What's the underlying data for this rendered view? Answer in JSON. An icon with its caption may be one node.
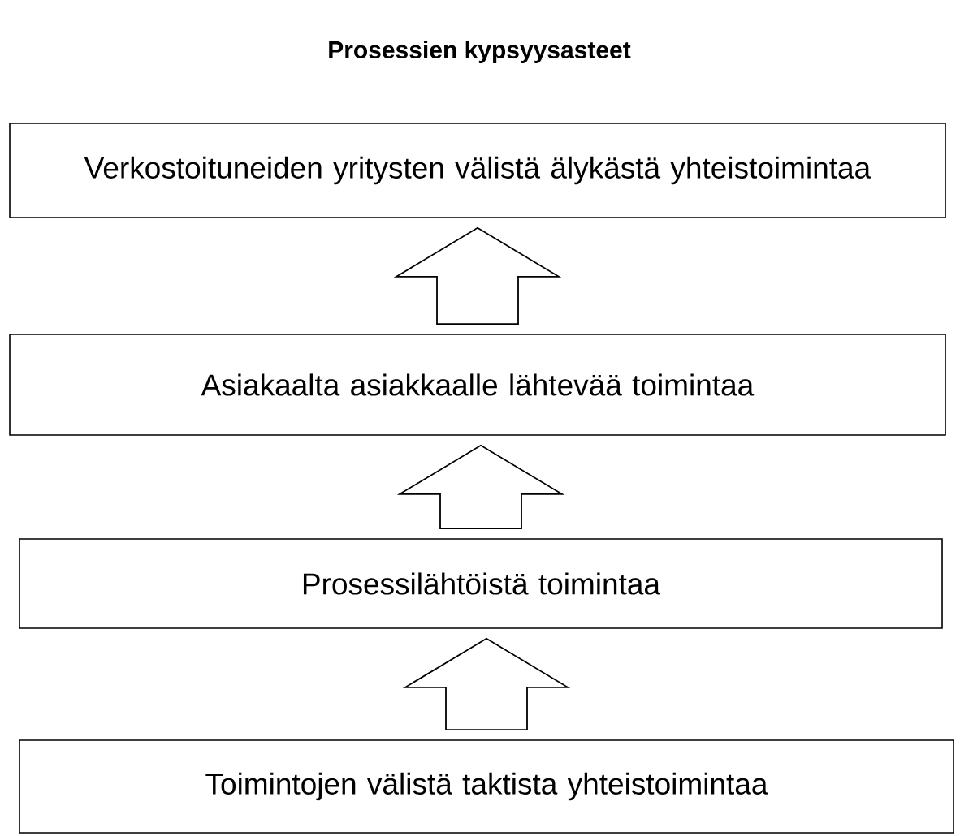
{
  "diagram": {
    "title": "Prosessien kypsyysasteet",
    "nodes": [
      {
        "text": [
          "Verkostoituneiden yritysten välistä älykästä yhteistoimintaa"
        ]
      },
      {
        "text": [
          "Asiakaalta asiakkaalle lähtevää toimintaa"
        ]
      },
      {
        "text": [
          "Prosessilähtöistä toimintaa"
        ]
      },
      {
        "text": [
          "Toimintojen välistä taktista yhteistoimintaa"
        ]
      }
    ],
    "edges": [
      {
        "from": 3,
        "to": 2,
        "arrow": "to"
      },
      {
        "from": 2,
        "to": 1,
        "arrow": "to"
      },
      {
        "from": 1,
        "to": 0,
        "arrow": "to"
      }
    ]
  }
}
